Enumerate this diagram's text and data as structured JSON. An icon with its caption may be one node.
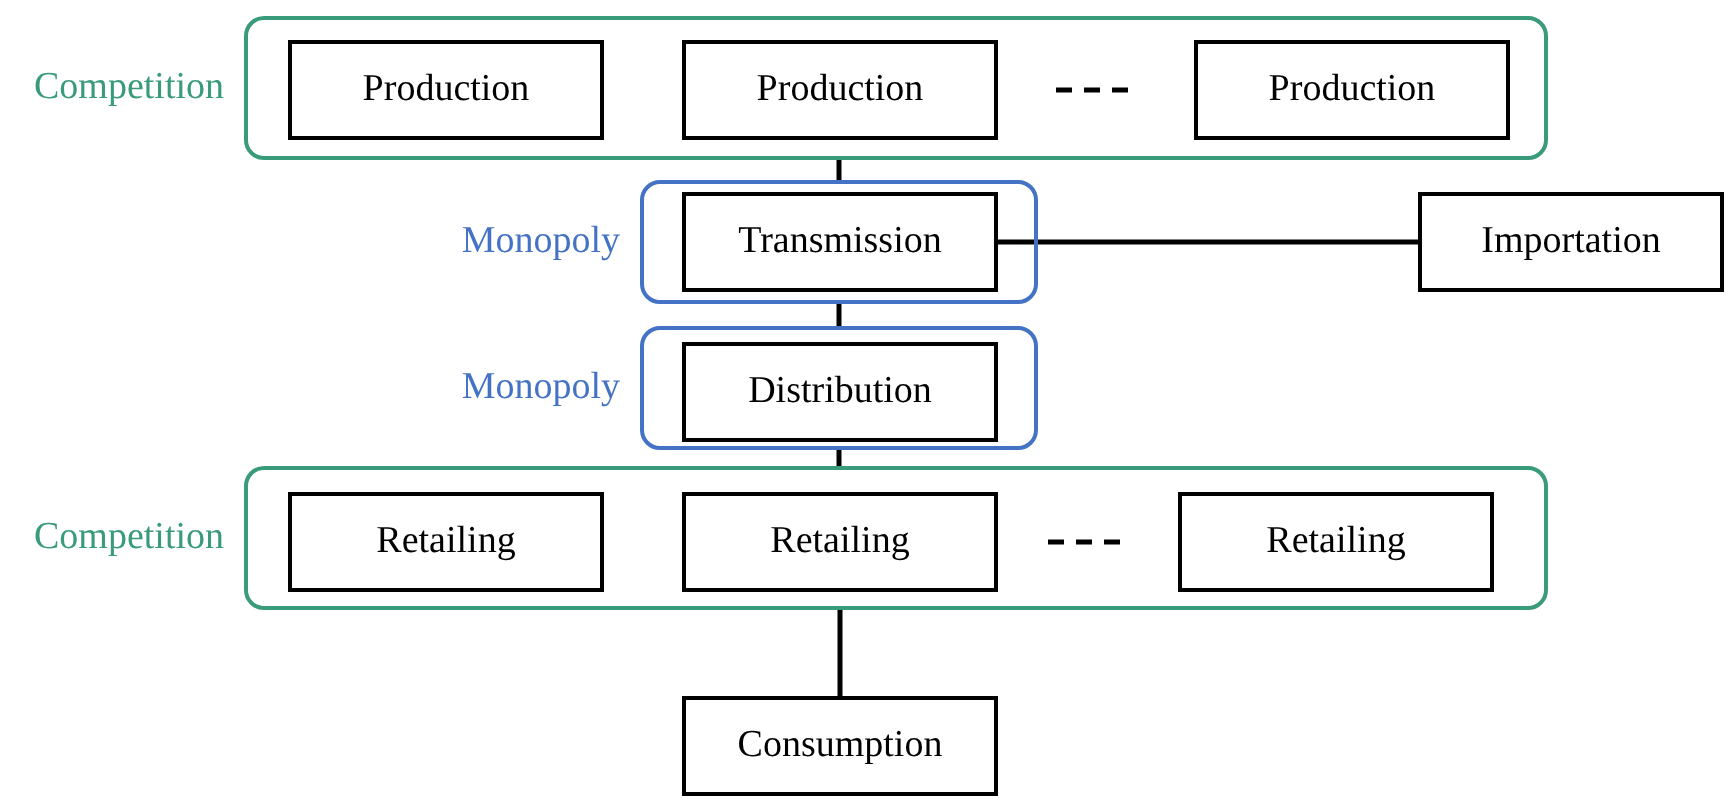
{
  "diagram": {
    "nodes": [
      {
        "text": [
          "Competition"
        ]
      },
      {
        "text": [
          "Production"
        ],
        "in": 0
      },
      {
        "text": [
          "Production"
        ],
        "in": 0
      },
      {
        "text": [
          "Production"
        ],
        "in": 0
      },
      {
        "text": [
          "Monopoly"
        ]
      },
      {
        "text": [
          "Transmission"
        ],
        "in": 4
      },
      {
        "text": [
          "Importation"
        ]
      },
      {
        "text": [
          "Monopoly"
        ]
      },
      {
        "text": [
          "Distribution"
        ],
        "in": 7
      },
      {
        "text": [
          "Competition"
        ]
      },
      {
        "text": [
          "Retailing"
        ],
        "in": 9
      },
      {
        "text": [
          "Retailing"
        ],
        "in": 9
      },
      {
        "text": [
          "Retailing"
        ],
        "in": 9
      },
      {
        "text": [
          "Consumption"
        ]
      }
    ],
    "edges": [
      {
        "from": 0,
        "to": 4,
        "arrow": "none"
      },
      {
        "from": 5,
        "to": 6,
        "arrow": "none"
      },
      {
        "from": 4,
        "to": 7,
        "arrow": "none"
      },
      {
        "from": 7,
        "to": 9,
        "arrow": "none"
      },
      {
        "from": 9,
        "to": 13,
        "arrow": "none"
      }
    ]
  }
}
